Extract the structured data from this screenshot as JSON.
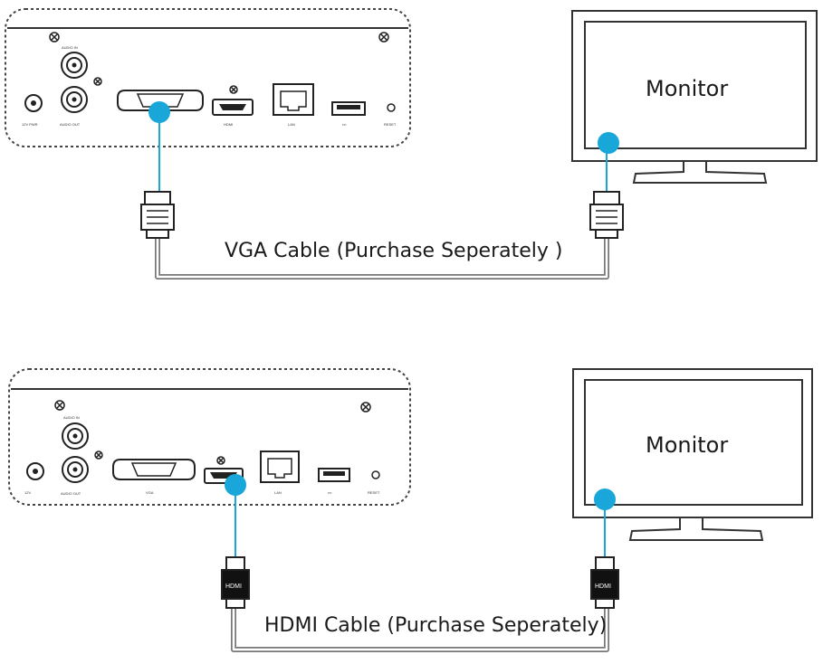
{
  "top": {
    "monitor_label": "Monitor",
    "cable_label": "VGA Cable (Purchase Seperately )",
    "ports": {
      "audio_in": "AUDIO IN",
      "audio_out": "AUDIO OUT",
      "power": "12V PWR",
      "hdmi": "HDMI",
      "lan": "LAN",
      "usb": "•⇐",
      "reset": "RESET"
    }
  },
  "bottom": {
    "monitor_label": "Monitor",
    "cable_label": "HDMI Cable (Purchase Seperately)",
    "plug_text": "HDMI",
    "ports": {
      "audio_in": "AUDIO IN",
      "audio_out": "AUDIO OUT",
      "power": "12V",
      "vga": "VGA",
      "lan": "LAN",
      "usb": "•⇐",
      "reset": "RESET"
    }
  },
  "colors": {
    "accent": "#19a7d9",
    "line": "#333333",
    "cable": "#9a9a9a"
  }
}
